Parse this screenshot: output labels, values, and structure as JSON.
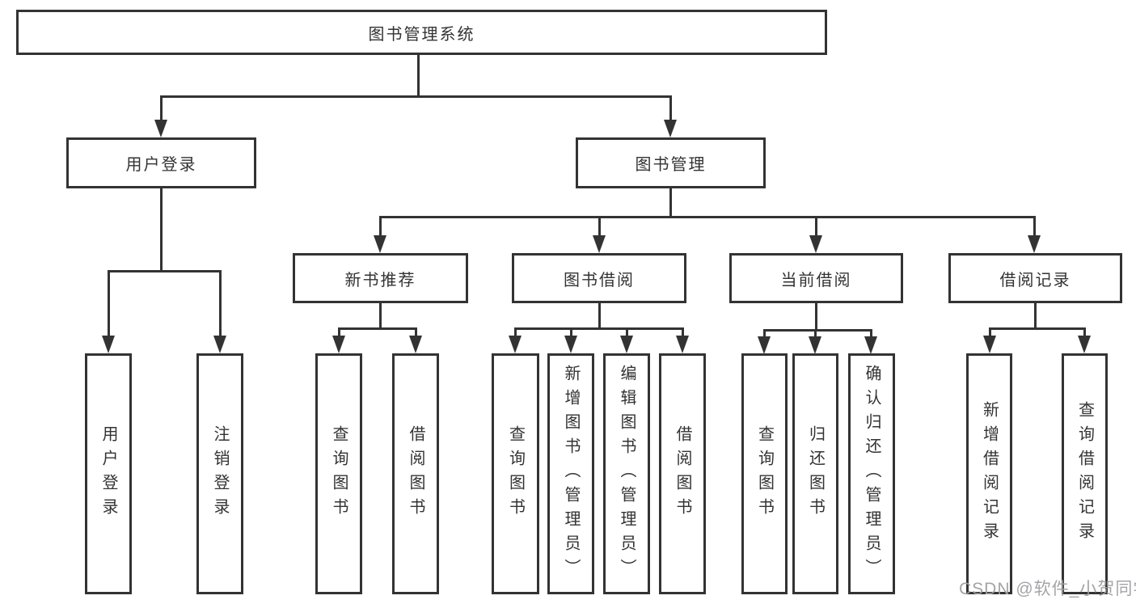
{
  "tree": {
    "root": {
      "label": "图书管理系统"
    },
    "branches": [
      {
        "label": "用户登录",
        "children": [
          {
            "label": "用户登录"
          },
          {
            "label": "注销登录"
          }
        ]
      },
      {
        "label": "图书管理",
        "children": [
          {
            "label": "新书推荐",
            "children": [
              {
                "label": "查询图书"
              },
              {
                "label": "借阅图书"
              }
            ]
          },
          {
            "label": "图书借阅",
            "children": [
              {
                "label": "查询图书"
              },
              {
                "label": "新增图书（管理员）"
              },
              {
                "label": "编辑图书（管理员）"
              },
              {
                "label": "借阅图书"
              }
            ]
          },
          {
            "label": "当前借阅",
            "children": [
              {
                "label": "查询图书"
              },
              {
                "label": "归还图书"
              },
              {
                "label": "确认归还（管理员）"
              }
            ]
          },
          {
            "label": "借阅记录",
            "children": [
              {
                "label": "新增借阅记录"
              },
              {
                "label": "查询借阅记录"
              }
            ]
          }
        ]
      }
    ]
  },
  "watermark": {
    "text": "CSDN @软件_小贺同学"
  },
  "colors": {
    "line": "#333333",
    "box_border": "#333333",
    "text": "#333333",
    "watermark": "#9e9fa2",
    "background": "#ffffff"
  }
}
